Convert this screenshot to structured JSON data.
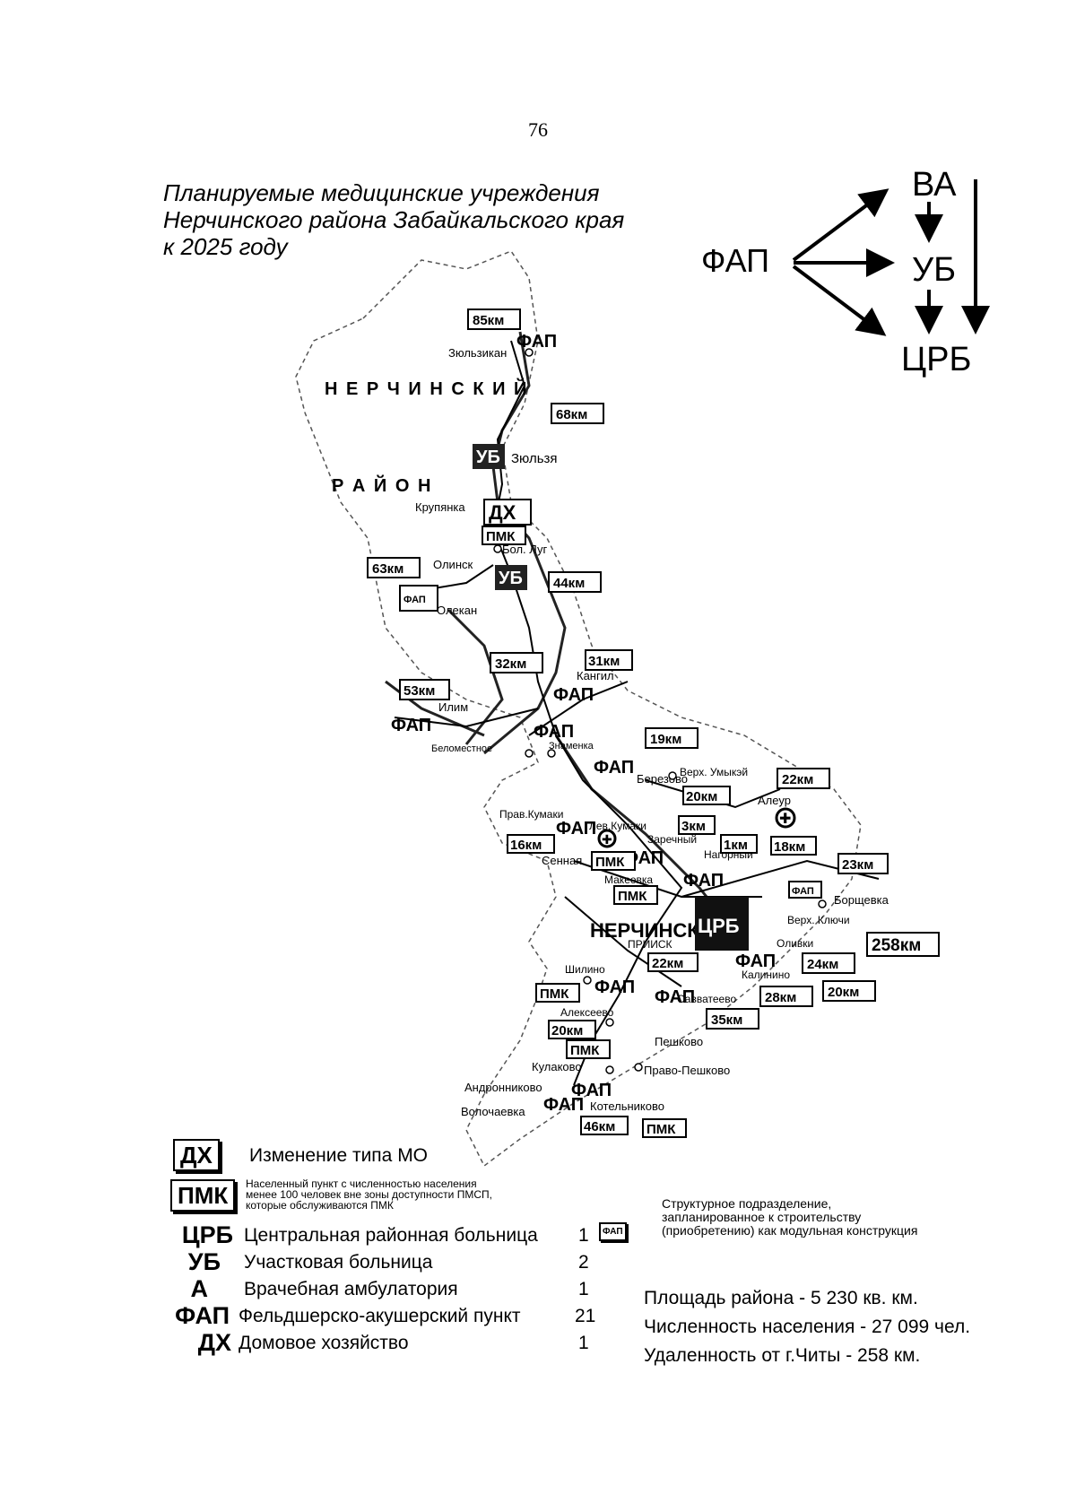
{
  "page_number": "76",
  "title": [
    "Планируемые медицинские учреждения",
    "Нерчинского района Забайкальского края",
    "к 2025 году"
  ],
  "scheme": {
    "fap": "ФАП",
    "va": "ВА",
    "ub": "УБ",
    "crb": "ЦРБ"
  },
  "region_labels": {
    "line1": "Н Е Р Ч И Н С К И Й",
    "line2": "Р А Й О Н",
    "center": "НЕРЧИНСК"
  },
  "settlements": {
    "zyulzikan": "Зюльзикан",
    "zyulzya": "Зюльзя",
    "krupyanka": "Крупянка",
    "bol_lug": "Бол. Луг",
    "olinsk": "Олинск",
    "olekan": "Олекан",
    "kangil": "Кангил",
    "ilim": "Илим",
    "belomestnoe": "Беломестное",
    "znamenka": "Знаменка",
    "berezovo": "Березово",
    "verkh_umykey": "Верх. Умыкэй",
    "aleur": "Алеур",
    "prav_kumaki": "Прав.Кумаки",
    "lev_kumaki": "Лев.Кумаки",
    "zarechny": "Заречный",
    "nagorny": "Нагорный",
    "sennaya": "Сенная",
    "makeevka": "Макеевка",
    "borschevka": "Борщевка",
    "verkh_klyuchi": "Верх. Ключи",
    "priisk": "ПРИИСК",
    "olivki": "Оливки",
    "shilino": "Шилино",
    "kalinino": "Калинино",
    "savvateevo": "Савватеево",
    "alekseevo": "Алексеево",
    "peshkovo": "Пешково",
    "pravo_peshkovo": "Право-Пешково",
    "kulakovo": "Кулаково",
    "andronnikovo": "Андронниково",
    "volochaevka": "Волочаевка",
    "kotelnikovo": "Котельниково"
  },
  "distances": {
    "d85": "85км",
    "d68": "68км",
    "d63": "63км",
    "d44": "44км",
    "d32": "32км",
    "d31": "31км",
    "d53": "53км",
    "d19": "19км",
    "d20a": "20км",
    "d22a": "22км",
    "d3": "3км",
    "d16": "16км",
    "d1": "1км",
    "d18": "18км",
    "d23": "23км",
    "d258": "258км",
    "d22b": "22км",
    "d24": "24км",
    "d28": "28км",
    "d20b": "20км",
    "d35": "35км",
    "d20c": "20км",
    "d46": "46км"
  },
  "map_marks": {
    "fap": "ФАП",
    "ub": "УБ",
    "dx": "ДХ",
    "pmk": "ПМК",
    "crb": "ЦРБ",
    "fap_box": "ФАП",
    "plus": "✚"
  },
  "legend": {
    "dx_symbol": "ДХ",
    "dx_text": "Изменение типа МО",
    "pmk_symbol": "ПМК",
    "pmk_text": [
      "Населенный пункт с численностью населения",
      "менее 100 человек вне зоны доступности ПМСП,",
      "которые обслуживаются ПМК"
    ],
    "modular_symbol": "ФАП",
    "modular_text": [
      "Структурное подразделение,",
      "запланированное к строительству",
      "(приобретению) как модульная конструкция"
    ],
    "items": [
      {
        "symbol": "ЦРБ",
        "name": "Центральная районная больница",
        "count": "1"
      },
      {
        "symbol": "УБ",
        "name": "Участковая больница",
        "count": "2"
      },
      {
        "symbol": "А",
        "name": "Врачебная амбулатория",
        "count": "1"
      },
      {
        "symbol": "ФАП",
        "name": "Фельдшерско-акушерский пункт",
        "count": "21"
      },
      {
        "symbol": "ДХ",
        "name": "Домовое хозяйство",
        "count": "1"
      }
    ]
  },
  "stats": {
    "area": "Площадь района - 5 230 кв. км.",
    "population": "Численность населения -  27 099 чел.",
    "distance": "Удаленность от г.Читы - 258 км."
  }
}
